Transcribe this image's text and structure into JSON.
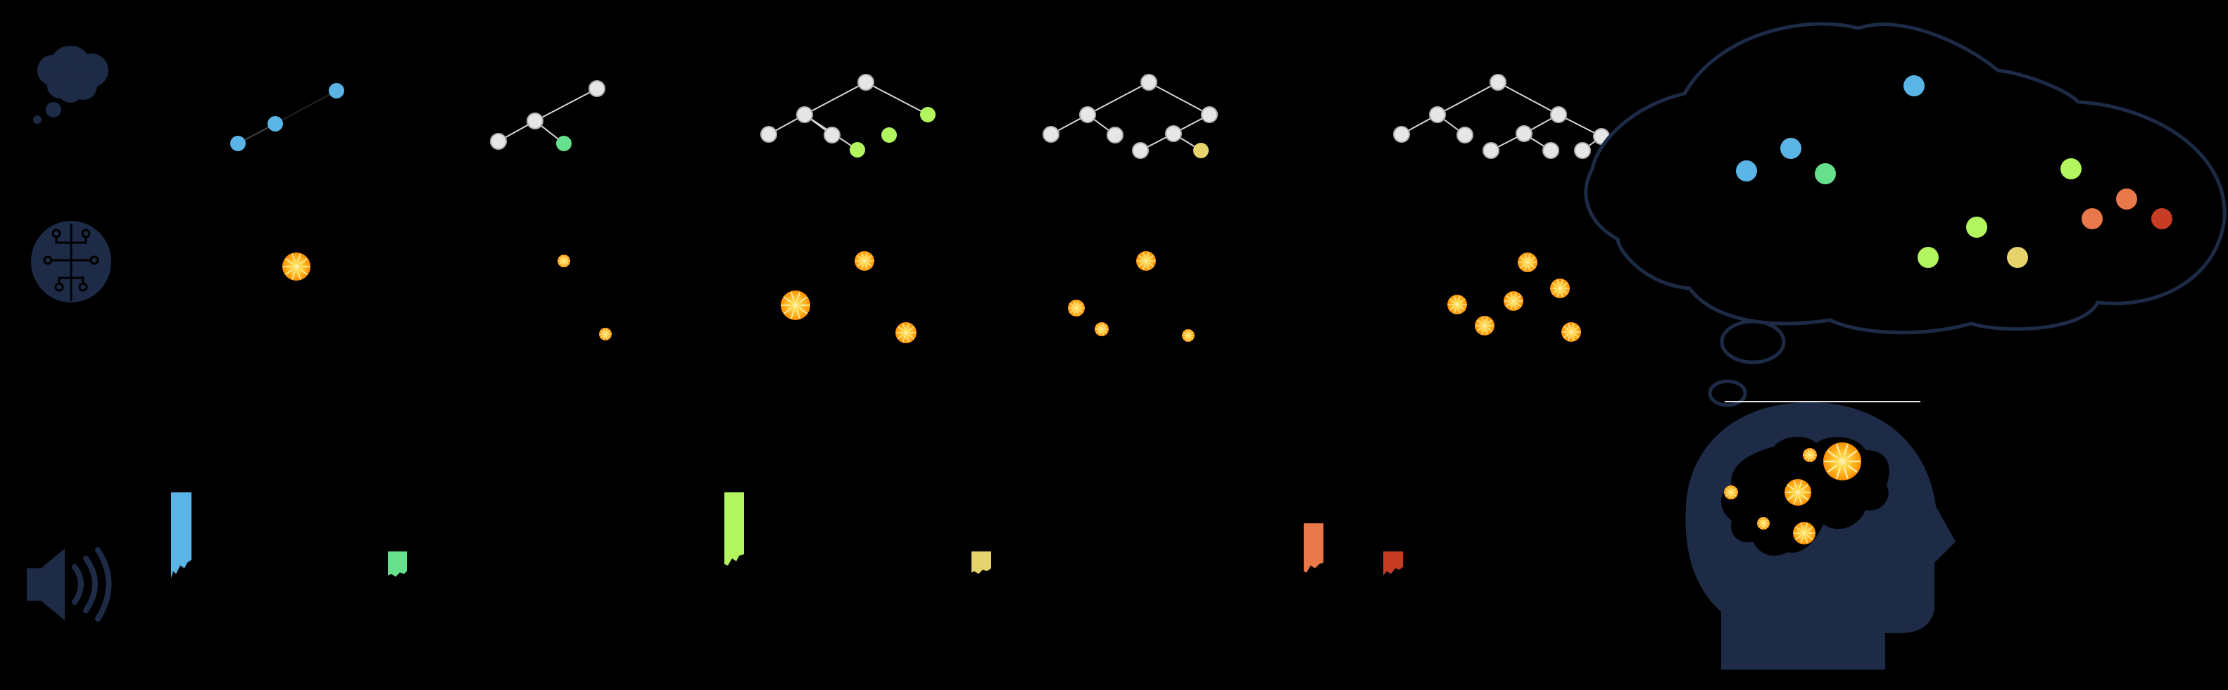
{
  "colors": {
    "background": "#000000",
    "navy": "#1e2b47",
    "outline": "#233554",
    "edge": "#d6d6d6",
    "node_white": "#e6e6e6",
    "spark": "#ff9e0b",
    "spark_core": "#ffe27a",
    "blue": "#5ab4e5",
    "cyan_green": "#66e08c",
    "lime": "#b2f55f",
    "yellow": "#e7d36c",
    "orange": "#e8784a",
    "red": "#c63b24"
  },
  "rows": [
    {
      "name": "thought",
      "icon": "thought-cloud-icon"
    },
    {
      "name": "brain",
      "icon": "brain-icon"
    },
    {
      "name": "sound",
      "icon": "speaker-icon"
    }
  ],
  "figure": {
    "head_icon": "head-silhouette-icon"
  }
}
